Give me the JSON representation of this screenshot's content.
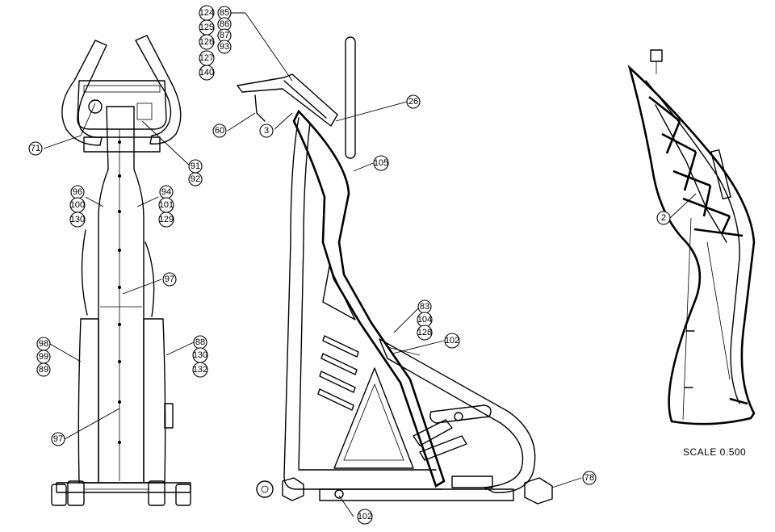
{
  "scale_label": "SCALE 0.500",
  "front_view": {
    "callouts": [
      {
        "id": "c71",
        "label": "71"
      },
      {
        "id": "c91",
        "label": "91"
      },
      {
        "id": "c92",
        "label": "92"
      },
      {
        "id": "c96",
        "label": "96"
      },
      {
        "id": "c100",
        "label": "100"
      },
      {
        "id": "c130a",
        "label": "130"
      },
      {
        "id": "c94",
        "label": "94"
      },
      {
        "id": "c101",
        "label": "101"
      },
      {
        "id": "c129",
        "label": "129"
      },
      {
        "id": "c97a",
        "label": "97"
      },
      {
        "id": "c98",
        "label": "98"
      },
      {
        "id": "c99",
        "label": "99"
      },
      {
        "id": "c89",
        "label": "89"
      },
      {
        "id": "c88",
        "label": "88"
      },
      {
        "id": "c130b",
        "label": "130"
      },
      {
        "id": "c132",
        "label": "132"
      },
      {
        "id": "c97b",
        "label": "97"
      }
    ]
  },
  "side_view": {
    "callouts": [
      {
        "id": "c124",
        "label": "124"
      },
      {
        "id": "c125",
        "label": "125"
      },
      {
        "id": "c126",
        "label": "126"
      },
      {
        "id": "c127",
        "label": "127"
      },
      {
        "id": "c140",
        "label": "140"
      },
      {
        "id": "c85",
        "label": "85"
      },
      {
        "id": "c86",
        "label": "86"
      },
      {
        "id": "c87",
        "label": "87"
      },
      {
        "id": "c93",
        "label": "93"
      },
      {
        "id": "c26",
        "label": "26"
      },
      {
        "id": "c60",
        "label": "60"
      },
      {
        "id": "c3",
        "label": "3"
      },
      {
        "id": "c105",
        "label": "105"
      },
      {
        "id": "c83",
        "label": "83"
      },
      {
        "id": "c104",
        "label": "104"
      },
      {
        "id": "c128",
        "label": "128"
      },
      {
        "id": "c102a",
        "label": "102"
      },
      {
        "id": "c78",
        "label": "78"
      },
      {
        "id": "c102b",
        "label": "102"
      }
    ]
  },
  "section_view": {
    "callouts": [
      {
        "id": "c2",
        "label": "2"
      }
    ]
  }
}
